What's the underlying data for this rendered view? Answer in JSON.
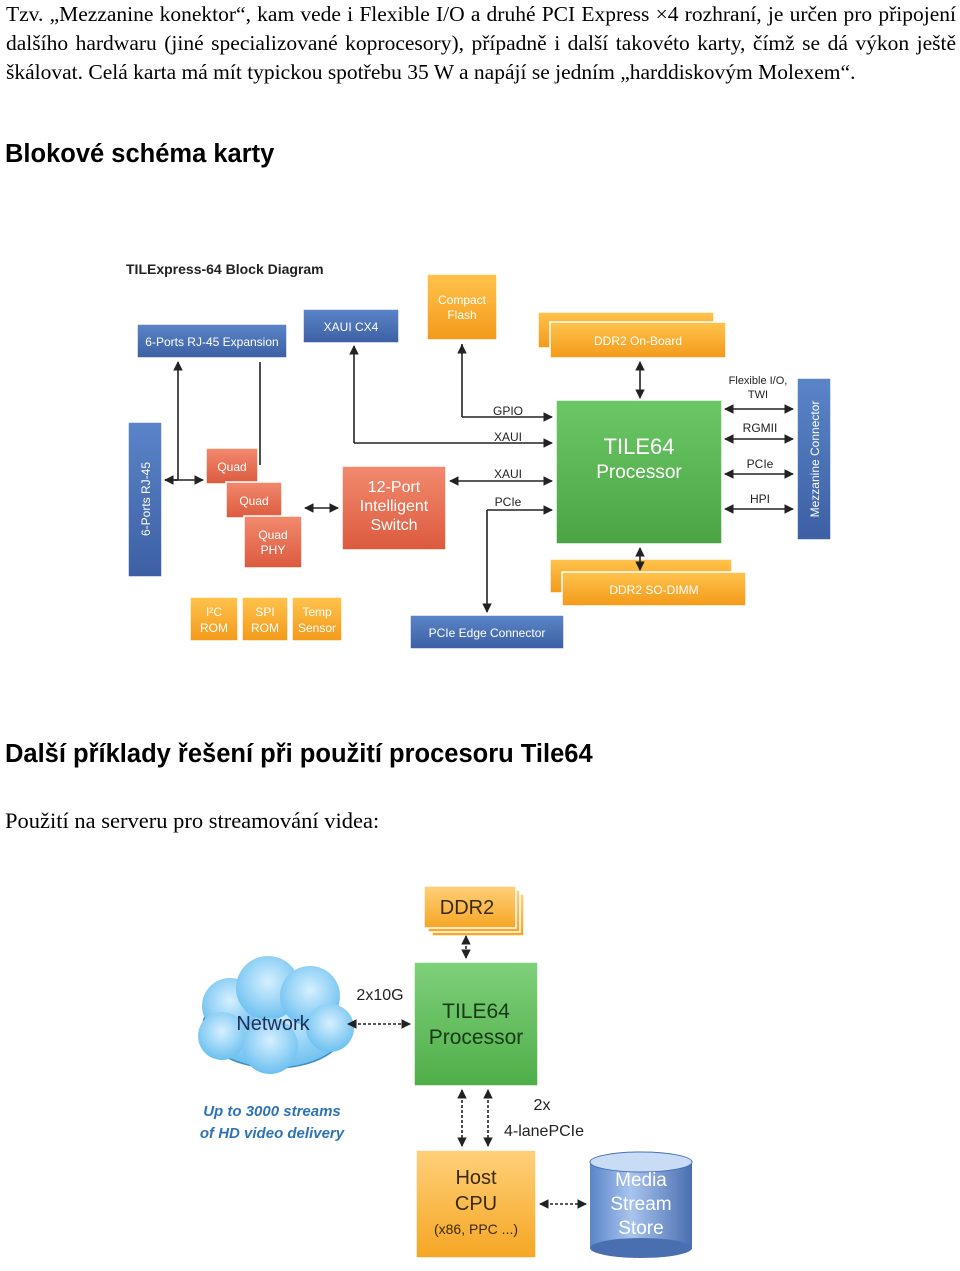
{
  "intro_paragraph": "Tzv. „Mezzanine konektor“, kam vede i Flexible I/O a druhé PCI Express ×4 rozhraní, je určen pro připojení dalšího hardwaru (jiné specializované koprocesory), případně i další takovéto karty, čímž se dá výkon ještě škálovat. Celá karta má mít typickou spotřebu 35 W a napájí se jedním „harddiskovým Molexem“.",
  "section_block_title": "Blokové schéma karty",
  "block_diagram": {
    "title": "TILExpress-64 Block Diagram",
    "rj45_expansion": "6-Ports RJ-45 Expansion",
    "xaui_cx4": "XAUI CX4",
    "compact_flash_line1": "Compact",
    "compact_flash_line2": "Flash",
    "ddr2_onboard": "DDR2 On-Board",
    "flexible_io_line1": "Flexible I/O,",
    "flexible_io_line2": "TWI",
    "mezzanine": "Mezzanine Connector",
    "rj45_ports": "6-Ports RJ-45",
    "quad1": "Quad",
    "quad2": "Quad",
    "quad_phy_line1": "Quad",
    "quad_phy_line2": "PHY",
    "switch_line1": "12-Port",
    "switch_line2": "Intelligent",
    "switch_line3": "Switch",
    "gpio": "GPIO",
    "xaui1": "XAUI",
    "xaui2": "XAUI",
    "pcie_left": "PCIe",
    "processor_line1": "TILE64",
    "processor_line2": "Processor",
    "rgmii": "RGMII",
    "pcie_right": "PCIe",
    "hpi": "HPI",
    "ddr2_sodimm": "DDR2 SO-DIMM",
    "i2c_rom_line1": "I²C",
    "i2c_rom_line2": "ROM",
    "spi_rom_line1": "SPI",
    "spi_rom_line2": "ROM",
    "temp_line1": "Temp",
    "temp_line2": "Sensor",
    "pcie_edge": "PCIe Edge Connector"
  },
  "section_examples_title": "Další příklady řešení při použití procesoru Tile64",
  "streaming_caption": "Použití na serveru pro streamování videa:",
  "streaming_diagram": {
    "ddr2": "DDR2",
    "network": "Network",
    "link_label": "2x10G",
    "processor_line1": "TILE64",
    "processor_line2": "Processor",
    "streams_line1": "Up to 3000 streams",
    "streams_line2": "of HD video delivery",
    "pcie_line1": "2x",
    "pcie_line2": "4-lanePCIe",
    "host_line1": "Host",
    "host_line2": "CPU",
    "host_line3": "(x86, PPC ...)",
    "store_line1": "Media",
    "store_line2": "Stream",
    "store_line3": "Store"
  },
  "colors": {
    "blue_block": "#4a6fb0",
    "orange_block": "#f5a623",
    "red_block": "#e2664a",
    "green_block": "#5cb85c",
    "cloud": "#8fd0f5",
    "streams_text": "#2e74b5"
  }
}
